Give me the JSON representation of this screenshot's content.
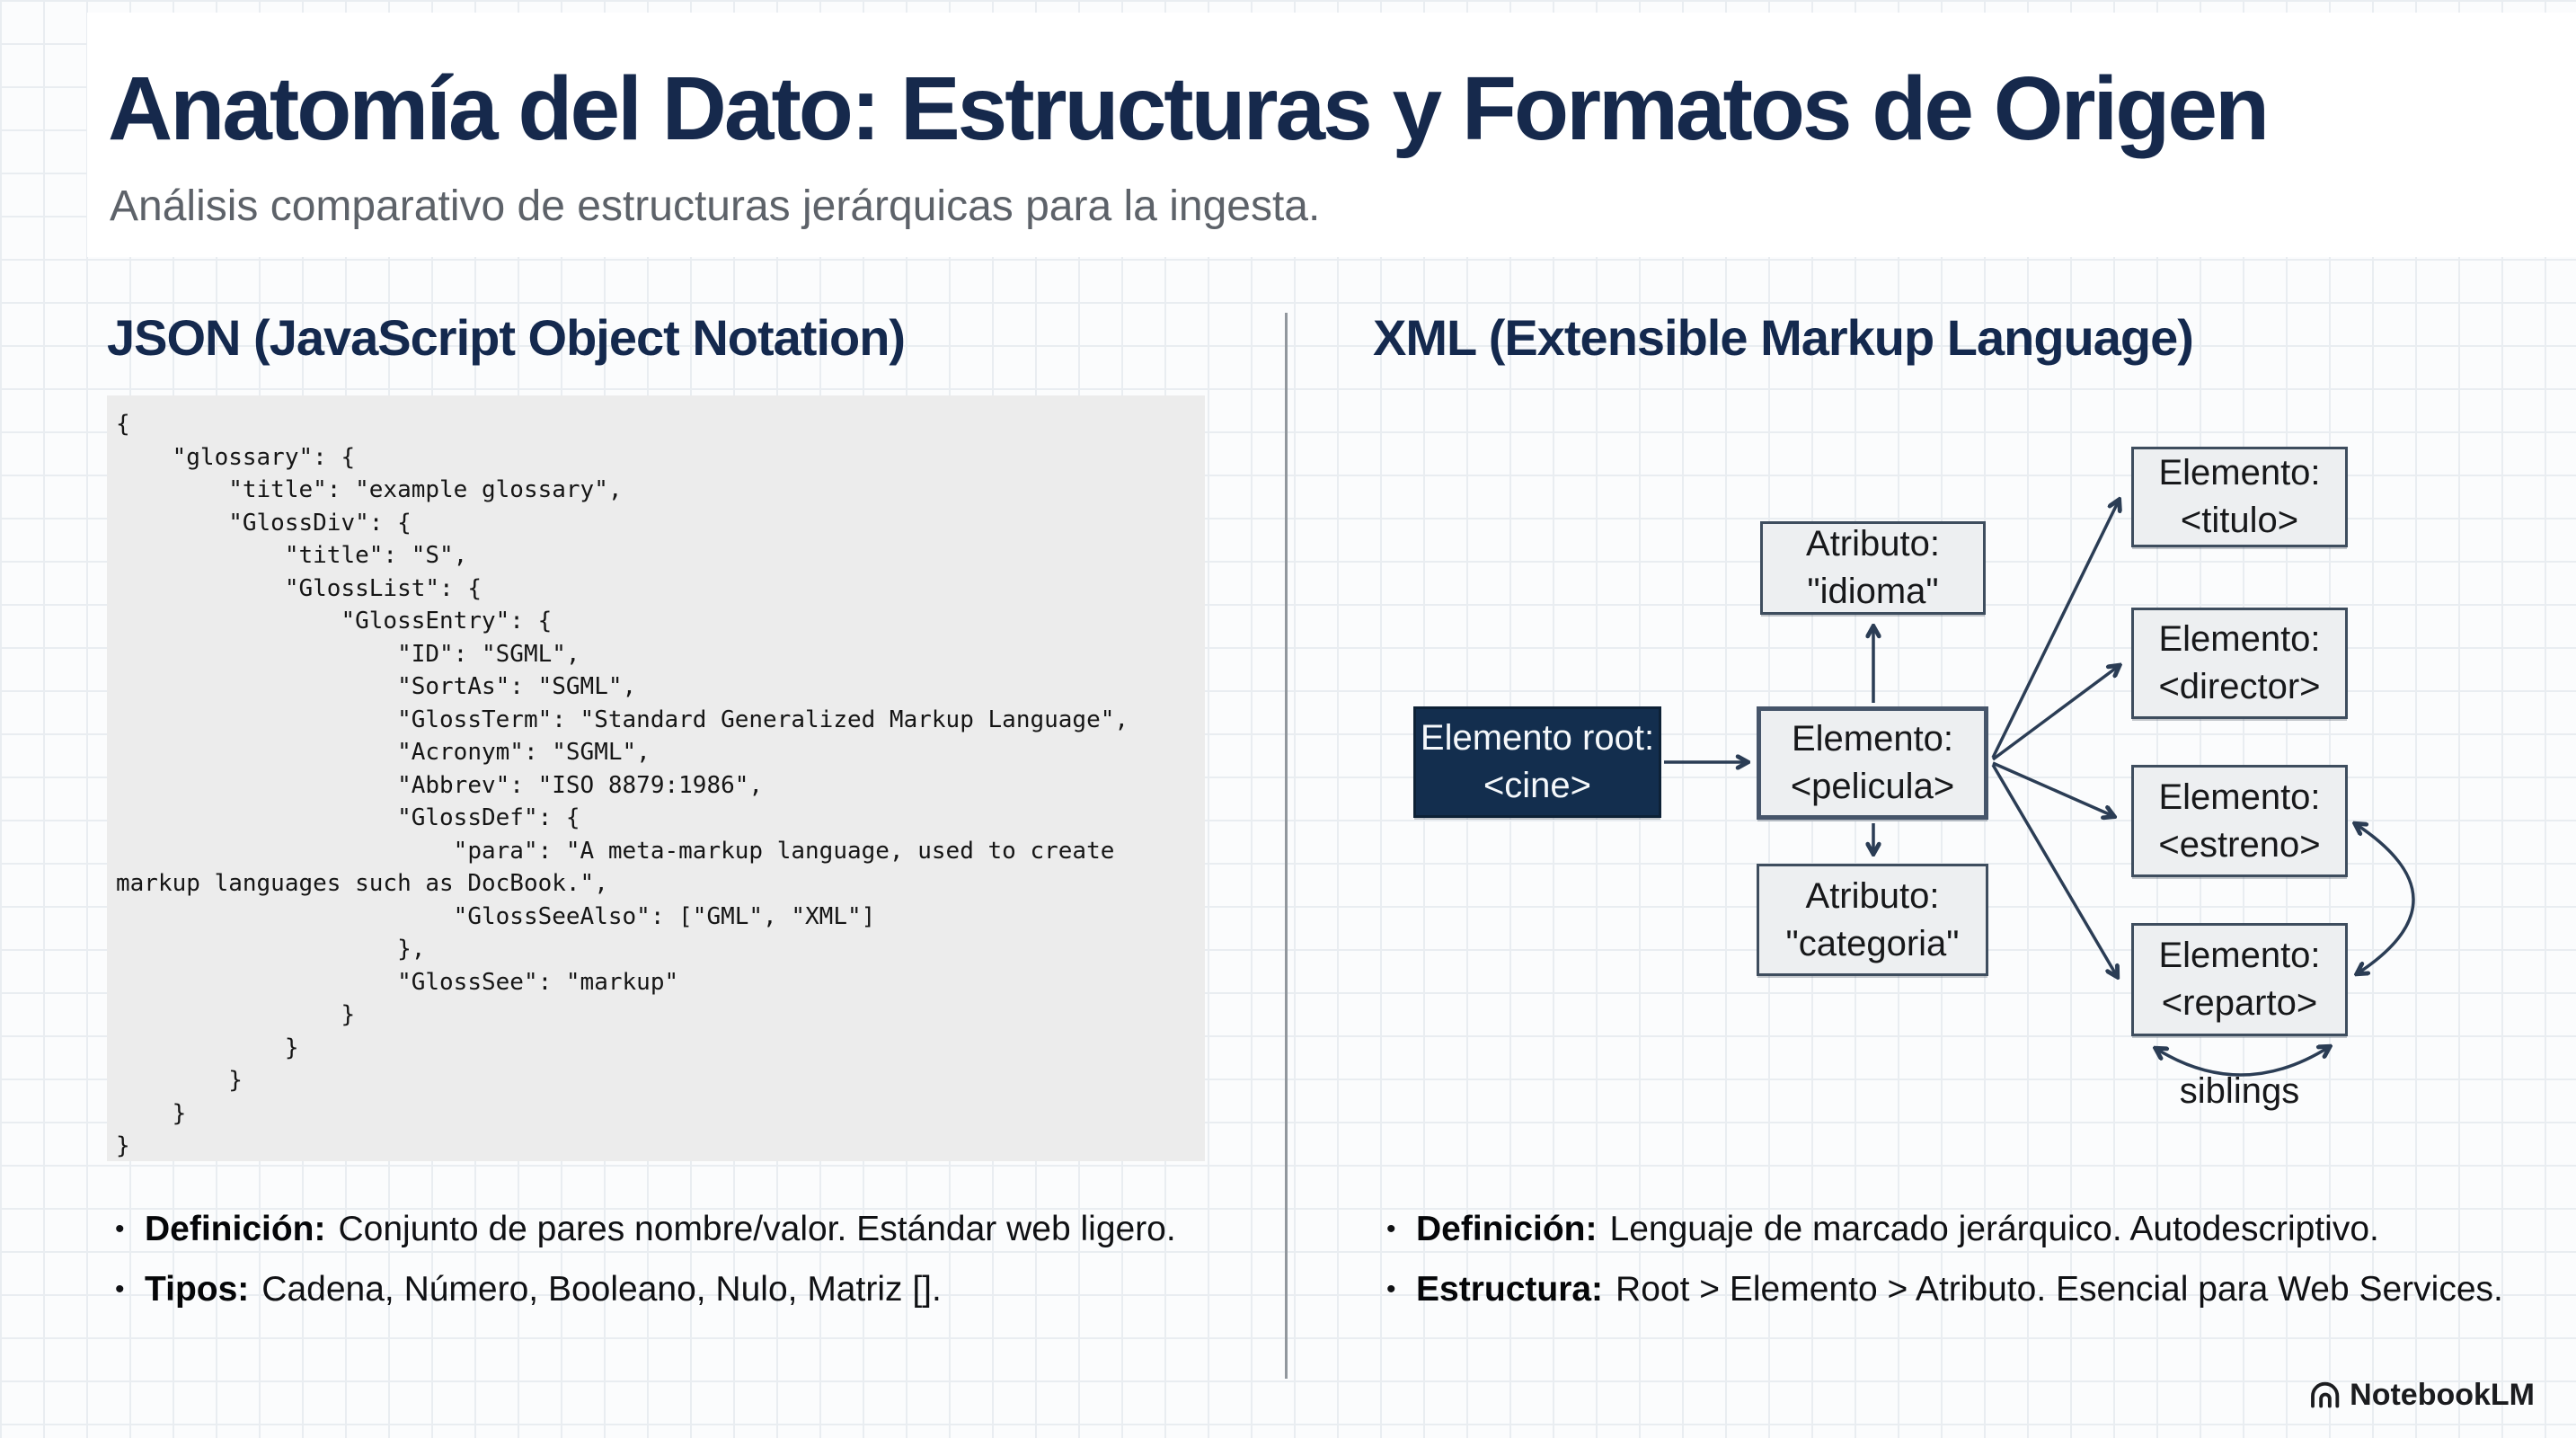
{
  "slide": {
    "title": "Anatomía del Dato: Estructuras y Formatos de Origen",
    "subtitle": "Análisis comparativo de estructuras jerárquicas para la ingesta."
  },
  "bullets_meta": {
    "char": "•"
  },
  "json_section": {
    "heading": "JSON (JavaScript Object Notation)",
    "code": "{\n    \"glossary\": {\n        \"title\": \"example glossary\",\n        \"GlossDiv\": {\n            \"title\": \"S\",\n            \"GlossList\": {\n                \"GlossEntry\": {\n                    \"ID\": \"SGML\",\n                    \"SortAs\": \"SGML\",\n                    \"GlossTerm\": \"Standard Generalized Markup Language\",\n                    \"Acronym\": \"SGML\",\n                    \"Abbrev\": \"ISO 8879:1986\",\n                    \"GlossDef\": {\n                        \"para\": \"A meta-markup language, used to create\nmarkup languages such as DocBook.\",\n                        \"GlossSeeAlso\": [\"GML\", \"XML\"]\n                    },\n                    \"GlossSee\": \"markup\"\n                }\n            }\n        }\n    }\n}",
    "bullets": [
      {
        "label": "Definición:",
        "text": "Conjunto de pares nombre/valor. Estándar web ligero."
      },
      {
        "label": "Tipos:",
        "text": "Cadena, Número, Booleano, Nulo, Matriz []."
      }
    ]
  },
  "xml_section": {
    "heading": "XML (Extensible Markup Language)",
    "diagram": {
      "root_box": {
        "line1": "Elemento root:",
        "line2": "<cine>"
      },
      "attr_top": {
        "line1": "Atributo:",
        "line2": "\"idioma\""
      },
      "center_box": {
        "line1": "Elemento:",
        "line2": "<pelicula>"
      },
      "attr_bottom": {
        "line1": "Atributo:",
        "line2": "\"categoria\""
      },
      "children": [
        {
          "line1": "Elemento:",
          "line2": "<titulo>"
        },
        {
          "line1": "Elemento:",
          "line2": "<director>"
        },
        {
          "line1": "Elemento:",
          "line2": "<estreno>"
        },
        {
          "line1": "Elemento:",
          "line2": "<reparto>"
        }
      ],
      "siblings_label": "siblings"
    },
    "bullets": [
      {
        "label": "Definición:",
        "text": "Lenguaje de marcado jerárquico. Autodescriptivo."
      },
      {
        "label": "Estructura:",
        "text": "Root > Elemento > Atributo. Esencial para Web Services."
      }
    ]
  },
  "footer": {
    "brand": "NotebookLM"
  },
  "colors": {
    "title_navy": "#16294c",
    "heading_navy": "#14294e",
    "dark_box_bg": "#132e4e",
    "light_box_bg": "#edeff1",
    "box_border": "#3e4d5e",
    "arrow": "#2b3d55",
    "code_bg": "#ececec",
    "subtitle_gray": "#5d6269",
    "divider_gray": "#91979d",
    "grid_line": "#e9edf1"
  }
}
